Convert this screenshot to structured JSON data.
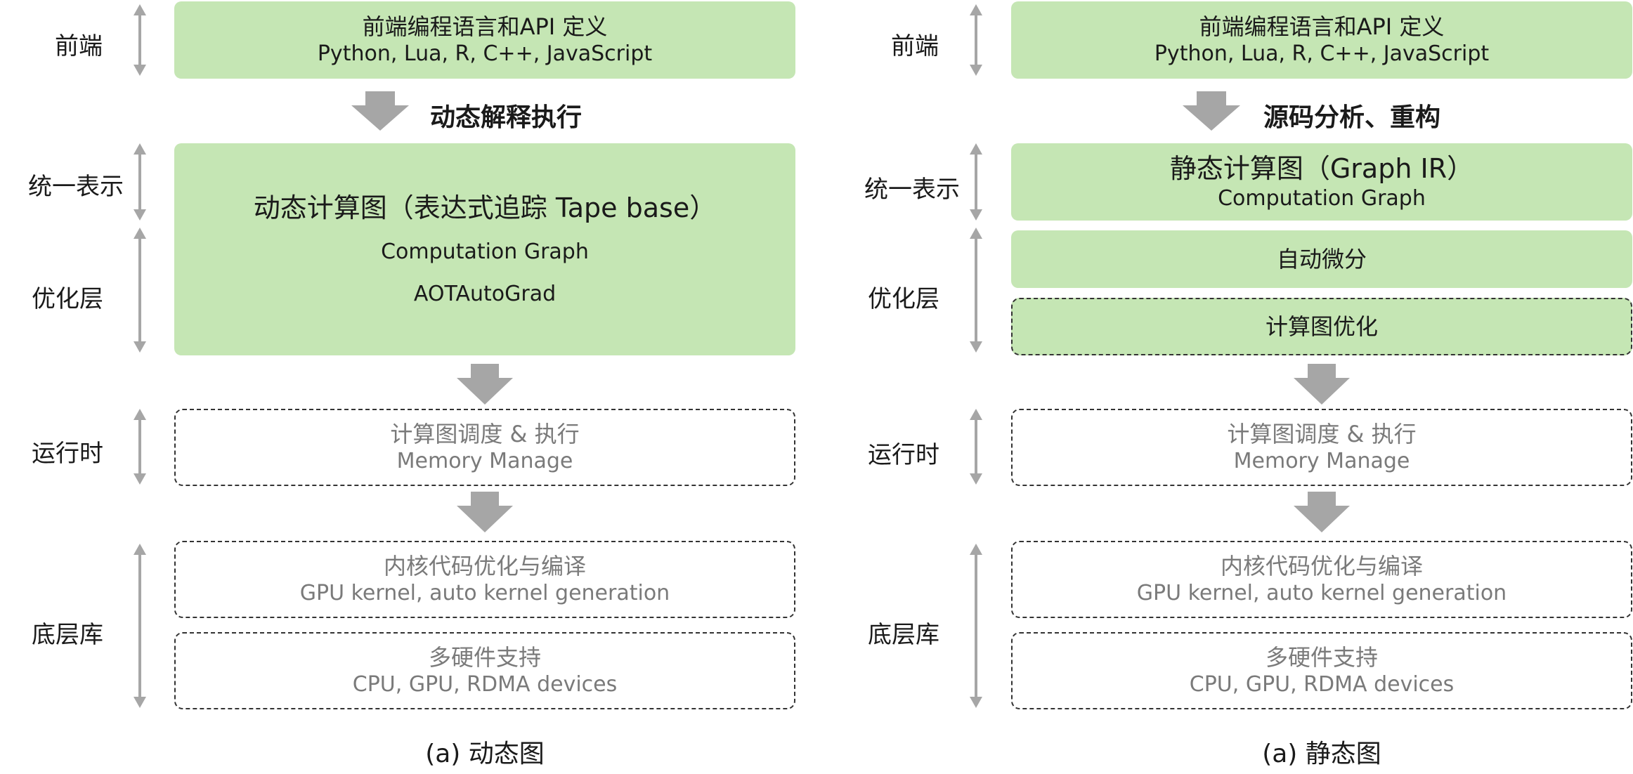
{
  "left": {
    "layers": {
      "frontend": "前端",
      "unified": "统一表示",
      "optimize": "优化层",
      "runtime": "运行时",
      "lowlevel": "底层库"
    },
    "frontend_box": {
      "title": "前端编程语言和API 定义",
      "subtitle": "Python, Lua, R, C++, JavaScript"
    },
    "step": "动态解释执行",
    "graph_box": {
      "title": "动态计算图（表达式追踪 Tape base）",
      "line1": "Computation Graph",
      "line2": "AOTAutoGrad"
    },
    "runtime_box": {
      "title": "计算图调度 & 执行",
      "subtitle": "Memory Manage"
    },
    "kernel_box": {
      "title": "内核代码优化与编译",
      "subtitle": "GPU kernel, auto kernel generation"
    },
    "hw_box": {
      "title": "多硬件支持",
      "subtitle": "CPU, GPU, RDMA devices"
    },
    "caption": "(a) 动态图"
  },
  "right": {
    "layers": {
      "frontend": "前端",
      "unified": "统一表示",
      "optimize": "优化层",
      "runtime": "运行时",
      "lowlevel": "底层库"
    },
    "frontend_box": {
      "title": "前端编程语言和API 定义",
      "subtitle": "Python, Lua, R, C++, JavaScript"
    },
    "step": "源码分析、重构",
    "graph_box": {
      "title": "静态计算图（Graph IR）",
      "subtitle": "Computation Graph"
    },
    "autodiff_box": {
      "title": "自动微分"
    },
    "graphopt_box": {
      "title": "计算图优化"
    },
    "runtime_box": {
      "title": "计算图调度 & 执行",
      "subtitle": "Memory Manage"
    },
    "kernel_box": {
      "title": "内核代码优化与编译",
      "subtitle": "GPU kernel, auto kernel generation"
    },
    "hw_box": {
      "title": "多硬件支持",
      "subtitle": "CPU, GPU, RDMA devices"
    },
    "caption": "(a) 静态图"
  },
  "colors": {
    "box_fill": "#c5e6b4",
    "arrow": "#a6a6a6",
    "muted_text": "#7a7a7a"
  }
}
